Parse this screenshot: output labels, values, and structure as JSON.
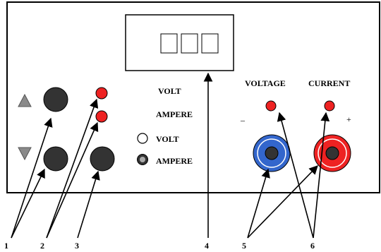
{
  "display": {
    "digits": [
      "",
      "",
      ""
    ]
  },
  "indicator_labels": {
    "volt": "VOLT",
    "ampere": "AMPERE"
  },
  "selector": {
    "volt_label": "VOLT",
    "ampere_label": "AMPERE"
  },
  "output_labels": {
    "voltage": "VOLTAGE",
    "current": "CURRENT",
    "minus": "–",
    "plus": "+"
  },
  "callouts": [
    "1",
    "2",
    "3",
    "4",
    "5",
    "6"
  ],
  "colors": {
    "panel_border": "#000000",
    "knob": "#333333",
    "led_red": "#ee2222",
    "terminal_blue": "#3366cc",
    "terminal_red": "#ee2222",
    "triangle_gray": "#8a8a8a"
  }
}
